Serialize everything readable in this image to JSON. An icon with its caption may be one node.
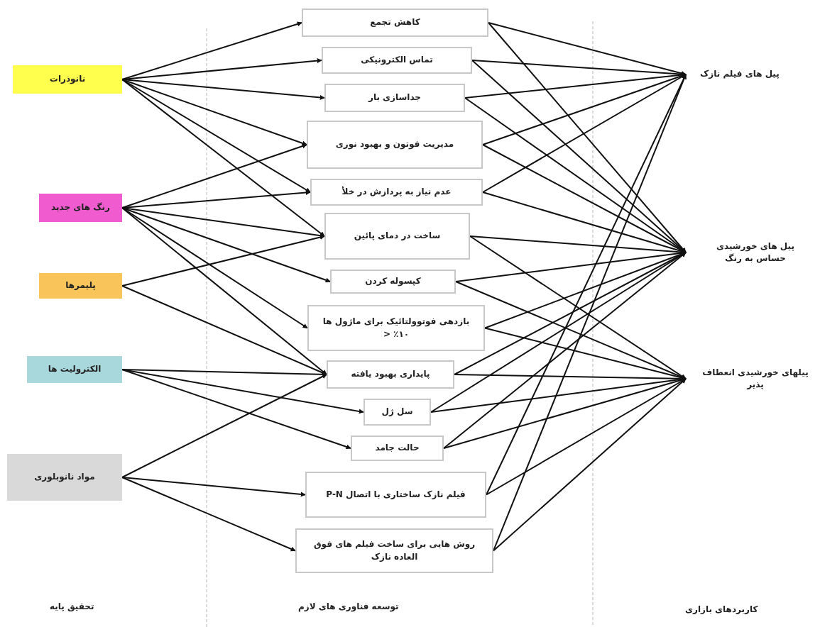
{
  "diagram": {
    "nodes": [
      {
        "text": [
          "نانوذرات"
        ]
      },
      {
        "text": [
          "رنگ های جدید"
        ]
      },
      {
        "text": [
          "پلیمرها"
        ]
      },
      {
        "text": [
          "الکترولیت ها"
        ]
      },
      {
        "text": [
          "مواد نانوبلوری"
        ]
      },
      {
        "text": [
          "کاهش تجمع"
        ]
      },
      {
        "text": [
          "تماس الکترونیکی"
        ]
      },
      {
        "text": [
          "جداسازی بار"
        ]
      },
      {
        "text": [
          "مدیریت فوتون و بهبود نوری"
        ]
      },
      {
        "text": [
          "عدم نیاز به پردازش در خلأ"
        ]
      },
      {
        "text": [
          "ساخت در دمای پائین"
        ]
      },
      {
        "text": [
          "کپسوله کردن"
        ]
      },
      {
        "text": [
          "بازدهی فوتوولتائیک برای ماژول ها ۱۰٪ <"
        ]
      },
      {
        "text": [
          "پایداری بهبود یافته"
        ]
      },
      {
        "text": [
          "سل ژل"
        ]
      },
      {
        "text": [
          "حالت جامد"
        ]
      },
      {
        "text": [
          "فیلم نازک ساختاری با اتصال P-N"
        ]
      },
      {
        "text": [
          "روش هایی برای ساخت فیلم های فوق العاده نازک"
        ]
      },
      {
        "text": [
          "پیل های فیلم نازک"
        ]
      },
      {
        "text": [
          "پیل های خورشیدی حساس به رنگ"
        ]
      },
      {
        "text": [
          "پیلهای خورشیدی انعطاف پذیر"
        ]
      }
    ],
    "edges": [
      {
        "from": 0,
        "to": 5,
        "arrow": "to"
      },
      {
        "from": 0,
        "to": 6,
        "arrow": "to"
      },
      {
        "from": 0,
        "to": 7,
        "arrow": "to"
      },
      {
        "from": 0,
        "to": 8,
        "arrow": "to"
      },
      {
        "from": 0,
        "to": 9,
        "arrow": "to"
      },
      {
        "from": 0,
        "to": 10,
        "arrow": "to"
      },
      {
        "from": 1,
        "to": 8,
        "arrow": "to"
      },
      {
        "from": 1,
        "to": 9,
        "arrow": "to"
      },
      {
        "from": 1,
        "to": 10,
        "arrow": "to"
      },
      {
        "from": 1,
        "to": 11,
        "arrow": "to"
      },
      {
        "from": 1,
        "to": 12,
        "arrow": "to"
      },
      {
        "from": 1,
        "to": 13,
        "arrow": "to"
      },
      {
        "from": 2,
        "to": 10,
        "arrow": "to"
      },
      {
        "from": 2,
        "to": 13,
        "arrow": "to"
      },
      {
        "from": 3,
        "to": 13,
        "arrow": "to"
      },
      {
        "from": 3,
        "to": 14,
        "arrow": "to"
      },
      {
        "from": 3,
        "to": 15,
        "arrow": "to"
      },
      {
        "from": 4,
        "to": 13,
        "arrow": "to"
      },
      {
        "from": 4,
        "to": 16,
        "arrow": "to"
      },
      {
        "from": 4,
        "to": 17,
        "arrow": "to"
      },
      {
        "from": 5,
        "to": 18,
        "arrow": "to"
      },
      {
        "from": 5,
        "to": 19,
        "arrow": "to"
      },
      {
        "from": 6,
        "to": 18,
        "arrow": "to"
      },
      {
        "from": 6,
        "to": 19,
        "arrow": "to"
      },
      {
        "from": 7,
        "to": 18,
        "arrow": "to"
      },
      {
        "from": 7,
        "to": 19,
        "arrow": "to"
      },
      {
        "from": 8,
        "to": 18,
        "arrow": "to"
      },
      {
        "from": 8,
        "to": 19,
        "arrow": "to"
      },
      {
        "from": 9,
        "to": 18,
        "arrow": "to"
      },
      {
        "from": 9,
        "to": 19,
        "arrow": "to"
      },
      {
        "from": 10,
        "to": 19,
        "arrow": "to"
      },
      {
        "from": 10,
        "to": 20,
        "arrow": "to"
      },
      {
        "from": 11,
        "to": 19,
        "arrow": "to"
      },
      {
        "from": 11,
        "to": 20,
        "arrow": "to"
      },
      {
        "from": 12,
        "to": 19,
        "arrow": "to"
      },
      {
        "from": 12,
        "to": 20,
        "arrow": "to"
      },
      {
        "from": 13,
        "to": 19,
        "arrow": "to"
      },
      {
        "from": 13,
        "to": 20,
        "arrow": "to"
      },
      {
        "from": 14,
        "to": 19,
        "arrow": "to"
      },
      {
        "from": 14,
        "to": 20,
        "arrow": "to"
      },
      {
        "from": 15,
        "to": 19,
        "arrow": "to"
      },
      {
        "from": 15,
        "to": 20,
        "arrow": "to"
      },
      {
        "from": 16,
        "to": 18,
        "arrow": "to"
      },
      {
        "from": 16,
        "to": 20,
        "arrow": "to"
      },
      {
        "from": 17,
        "to": 18,
        "arrow": "to"
      },
      {
        "from": 17,
        "to": 20,
        "arrow": "to"
      }
    ],
    "labels": [
      "تحقیق پایه",
      "توسعه فناوری های لازم",
      "کاربردهای بازاری"
    ]
  }
}
